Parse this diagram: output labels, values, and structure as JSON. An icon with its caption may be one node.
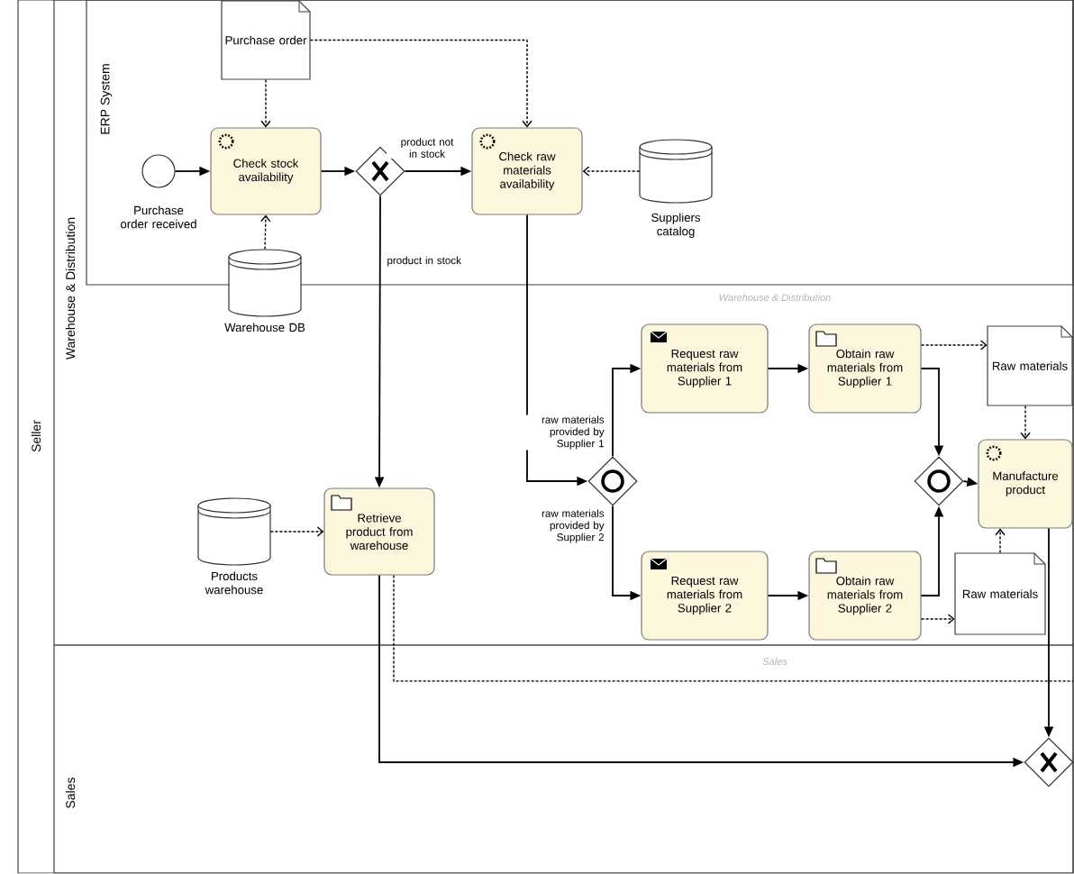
{
  "diagram": {
    "nodes": [
      {
        "text": [
          "Seller"
        ]
      },
      {
        "text": [
          "Warehouse & Distribution",
          "Warehouse & Distribution"
        ],
        "in": 0
      },
      {
        "text": [
          "ERP System"
        ],
        "in": 1
      },
      {
        "text": [
          "Sales",
          "Sales"
        ],
        "in": 0
      },
      {
        "text": [
          "Purchase order"
        ],
        "in": 2
      },
      {
        "text": [],
        "shape": "circle",
        "beside": [
          "Purchase order received"
        ],
        "in": 2
      },
      {
        "text": [
          "Check stock availability"
        ],
        "in": 2
      },
      {
        "text": [],
        "shape": "diamond",
        "in": 2
      },
      {
        "text": [
          "Check raw materials availability"
        ],
        "in": 2
      },
      {
        "text": [],
        "shape": "cylinder",
        "beside": [
          "Suppliers catalog"
        ],
        "in": 2
      },
      {
        "text": [],
        "shape": "cylinder",
        "beside": [
          "Warehouse DB"
        ],
        "in": 1
      },
      {
        "text": [],
        "shape": "cylinder",
        "beside": [
          "Products warehouse"
        ],
        "in": 1
      },
      {
        "text": [
          "Retrieve product from warehouse"
        ],
        "in": 1
      },
      {
        "text": [],
        "shape": "diamond",
        "in": 1
      },
      {
        "text": [
          "Request raw materials from Supplier 1"
        ],
        "in": 1
      },
      {
        "text": [
          "Obtain raw materials from Supplier 1"
        ],
        "in": 1
      },
      {
        "text": [
          "Request raw materials from Supplier 2"
        ],
        "in": 1
      },
      {
        "text": [
          "Obtain raw materials from Supplier 2"
        ],
        "in": 1
      },
      {
        "text": [],
        "shape": "diamond",
        "in": 1
      },
      {
        "text": [
          "Raw materials"
        ],
        "in": 1
      },
      {
        "text": [
          "Manufacture product"
        ],
        "in": 1
      },
      {
        "text": [
          "Raw materials"
        ],
        "in": 1
      },
      {
        "text": [],
        "shape": "diamond",
        "in": 3
      }
    ],
    "edges": [
      {
        "from": 5,
        "to": 6,
        "arrow": "to"
      },
      {
        "from": 6,
        "to": 7,
        "arrow": "to"
      },
      {
        "from": 7,
        "to": 8,
        "arrow": "to",
        "label": "product not in stock"
      },
      {
        "from": 7,
        "to": 12,
        "arrow": "to",
        "label": "product in stock"
      },
      {
        "from": 4,
        "to": 6,
        "arrow": "to",
        "style": "dashed"
      },
      {
        "from": 4,
        "to": 8,
        "arrow": "to",
        "style": "dashed"
      },
      {
        "from": 10,
        "to": 6,
        "arrow": "to",
        "style": "dashed"
      },
      {
        "from": 9,
        "to": 8,
        "arrow": "to",
        "style": "dashed"
      },
      {
        "from": 11,
        "to": 12,
        "arrow": "to",
        "style": "dashed"
      },
      {
        "from": 8,
        "to": 13,
        "arrow": "to"
      },
      {
        "from": 13,
        "to": 14,
        "arrow": "to",
        "label": "raw materials provided by Supplier 1"
      },
      {
        "from": 13,
        "to": 16,
        "arrow": "to",
        "label": "raw materials provided by Supplier 2"
      },
      {
        "from": 14,
        "to": 15,
        "arrow": "to"
      },
      {
        "from": 16,
        "to": 17,
        "arrow": "to"
      },
      {
        "from": 15,
        "to": 18,
        "arrow": "to"
      },
      {
        "from": 17,
        "to": 18,
        "arrow": "to"
      },
      {
        "from": 18,
        "to": 20,
        "arrow": "to"
      },
      {
        "from": 15,
        "to": 19,
        "arrow": "to",
        "style": "dashed"
      },
      {
        "from": 19,
        "to": 20,
        "arrow": "to",
        "style": "dashed"
      },
      {
        "from": 17,
        "to": 21,
        "arrow": "to",
        "style": "dashed"
      },
      {
        "from": 21,
        "to": 20,
        "arrow": "to",
        "style": "dashed"
      },
      {
        "from": 20,
        "to": 22,
        "arrow": "to"
      },
      {
        "from": 12,
        "to": 22,
        "arrow": "to"
      },
      {
        "from": 12,
        "to": 3,
        "arrow": "none",
        "style": "dashed"
      }
    ]
  }
}
